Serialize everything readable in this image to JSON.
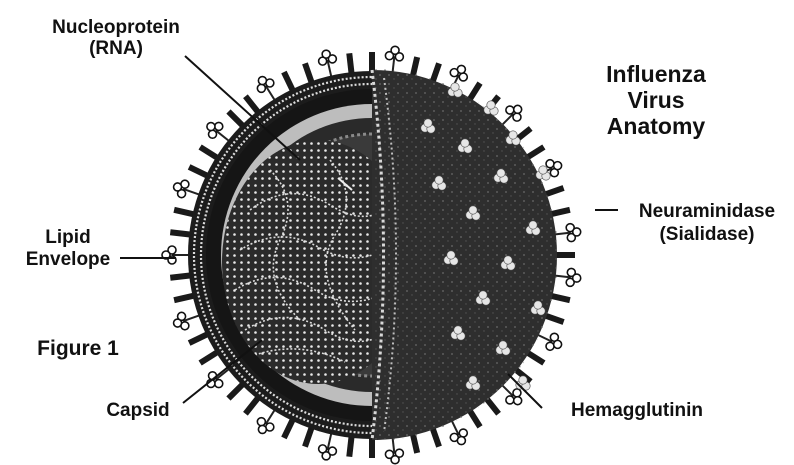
{
  "title_lines": [
    "Influenza",
    "Virus",
    "Anatomy"
  ],
  "figure_label": "Figure 1",
  "labels": {
    "nucleoprotein": [
      "Nucleoprotein",
      "(RNA)"
    ],
    "lipid": [
      "Lipid",
      "Envelope"
    ],
    "neuraminidase": [
      "Neuraminidase",
      "(Sialidase)"
    ],
    "capsid": "Capsid",
    "hemagglutinin": "Hemagglutinin"
  }
}
